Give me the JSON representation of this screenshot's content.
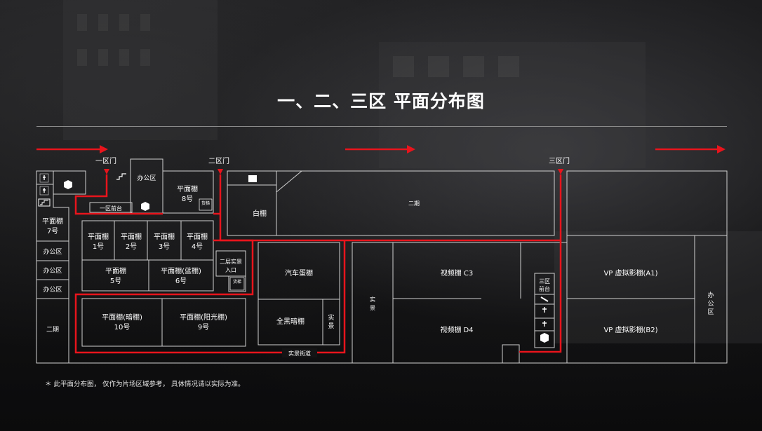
{
  "page": {
    "title": "一、二、三区 平面分布图",
    "footnote": "＊ 此平面分布图， 仅作为片场区域参考， 具体情况请以实际为准。"
  },
  "colors": {
    "route": "#e8141c",
    "wall": "#d0d0d0",
    "background": "#111112"
  },
  "gates": {
    "g1": "一区门",
    "g2": "二区门",
    "g3": "三区门"
  },
  "rooms": {
    "s7a": "平面棚",
    "s7b": "7号",
    "office_left_1": "办公区",
    "office_left_2": "办公区",
    "office_left_3": "办公区",
    "phase2_left": "二期",
    "front_desk_1": "一区前台",
    "office_top": "办公区",
    "s8a": "平面棚",
    "s8b": "8号",
    "freight_1": "货梯",
    "freight_2": "货梯",
    "s1a": "平面棚",
    "s1b": "1号",
    "s2a": "平面棚",
    "s2b": "2号",
    "s3a": "平面棚",
    "s3b": "3号",
    "s4a": "平面棚",
    "s4b": "4号",
    "s5a": "平面棚",
    "s5b": "5号",
    "s6a": "平面棚(蓝棚)",
    "s6b": "6号",
    "entry2a": "二层实景",
    "entry2b": "入口",
    "s10a": "平面棚(暗棚)",
    "s10b": "10号",
    "s9a": "平面棚(阳光棚)",
    "s9b": "9号",
    "white": "白棚",
    "phase2_top": "二期",
    "egg": "汽车蛋棚",
    "black": "全黑暗棚",
    "real_1a": "实",
    "real_1b": "景",
    "street": "实景街道",
    "real_2a": "实",
    "real_2b": "景",
    "c3": "视频棚 C3",
    "d4": "视频棚 D4",
    "desk3a": "三区",
    "desk3b": "前台",
    "a1": "VP 虚拟影棚(A1)",
    "b2": "VP 虚拟影棚(B2)",
    "office_r1": "办",
    "office_r2": "公",
    "office_r3": "区"
  },
  "icons": {
    "woman": "WOMAN",
    "man": "MAN",
    "women_wc": "WOMAN"
  }
}
